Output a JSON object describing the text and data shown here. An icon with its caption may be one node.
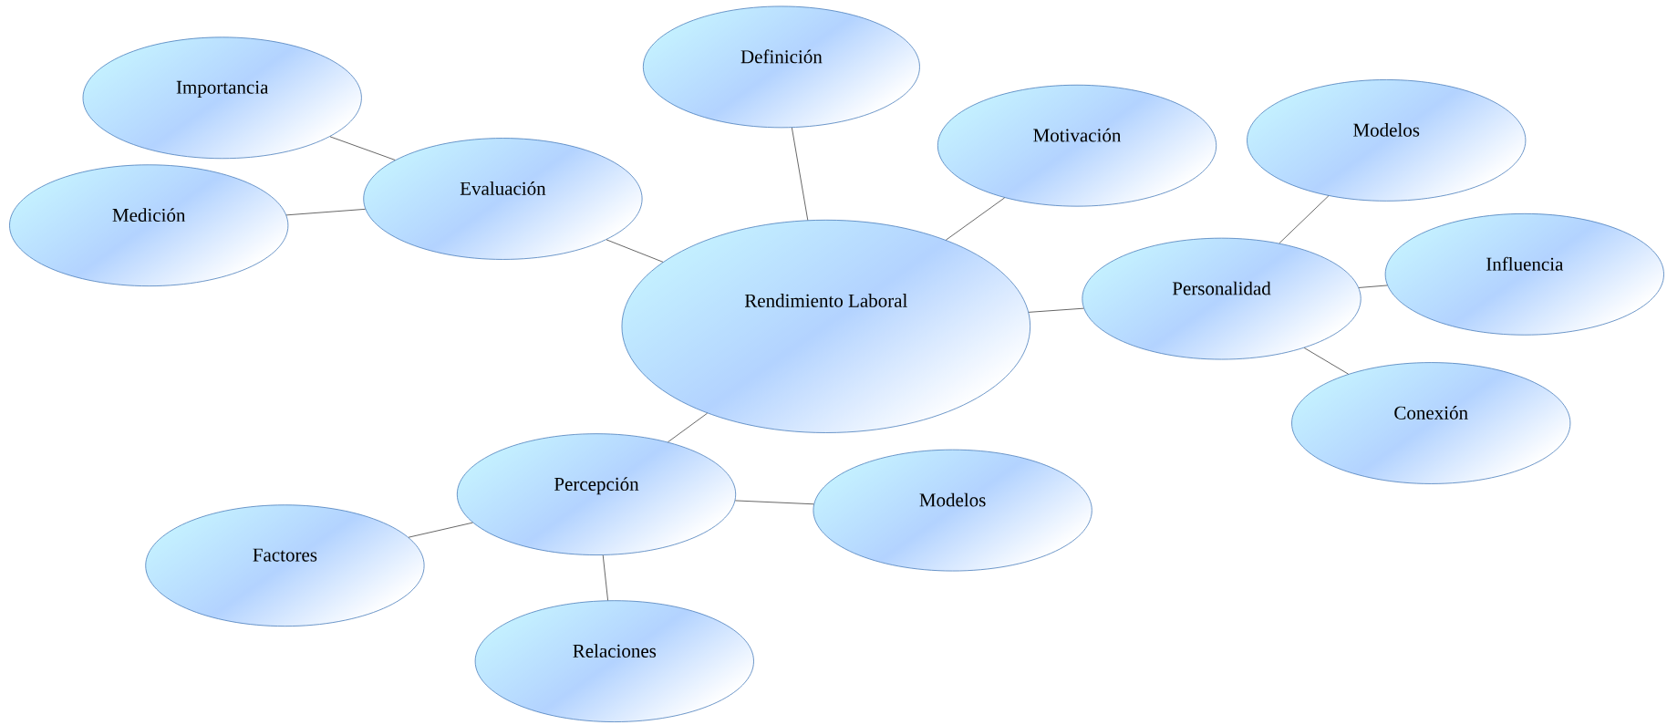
{
  "diagram": {
    "nodes": [
      {
        "text": [
          "Rendimiento Laboral"
        ]
      },
      {
        "text": [
          "Definición"
        ]
      },
      {
        "text": [
          "Evaluación"
        ]
      },
      {
        "text": [
          "Importancia"
        ]
      },
      {
        "text": [
          "Medición"
        ]
      },
      {
        "text": [
          "Motivación"
        ]
      },
      {
        "text": [
          "Personalidad"
        ]
      },
      {
        "text": [
          "Modelos"
        ]
      },
      {
        "text": [
          "Influencia"
        ]
      },
      {
        "text": [
          "Conexión"
        ]
      },
      {
        "text": [
          "Percepción"
        ]
      },
      {
        "text": [
          "Factores"
        ]
      },
      {
        "text": [
          "Relaciones"
        ]
      },
      {
        "text": [
          "Modelos"
        ]
      }
    ],
    "edges": [
      {
        "from": 0,
        "to": 1,
        "arrow": "none"
      },
      {
        "from": 0,
        "to": 2,
        "arrow": "none"
      },
      {
        "from": 2,
        "to": 3,
        "arrow": "none"
      },
      {
        "from": 2,
        "to": 4,
        "arrow": "none"
      },
      {
        "from": 0,
        "to": 5,
        "arrow": "none"
      },
      {
        "from": 0,
        "to": 6,
        "arrow": "none"
      },
      {
        "from": 6,
        "to": 7,
        "arrow": "none"
      },
      {
        "from": 6,
        "to": 8,
        "arrow": "none"
      },
      {
        "from": 6,
        "to": 9,
        "arrow": "none"
      },
      {
        "from": 0,
        "to": 10,
        "arrow": "none"
      },
      {
        "from": 10,
        "to": 11,
        "arrow": "none"
      },
      {
        "from": 10,
        "to": 12,
        "arrow": "none"
      },
      {
        "from": 10,
        "to": 13,
        "arrow": "none"
      }
    ]
  }
}
